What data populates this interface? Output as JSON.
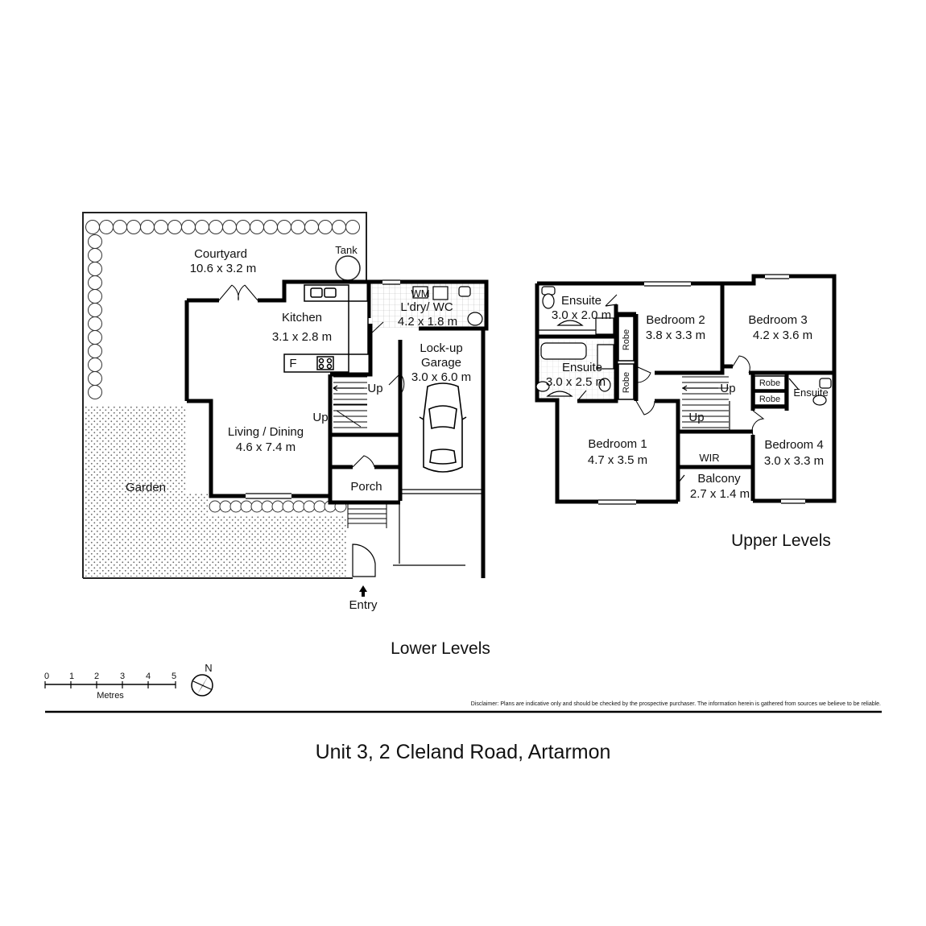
{
  "plan": {
    "address": "Unit 3, 2 Cleland Road, Artarmon",
    "disclaimer": "Disclaimer: Plans are indicative only and should be checked by the prospective purchaser. The information herein is gathered from sources we believe to be reliable.",
    "lower": {
      "heading": "Lower Levels",
      "courtyard": {
        "name": "Courtyard",
        "dims": "10.6 x 3.2 m"
      },
      "tank": "Tank",
      "kitchen": {
        "name": "Kitchen",
        "dims": "3.1 x 2.8 m"
      },
      "fridge": "F",
      "laundry": {
        "wm": "WM",
        "name": "L'dry/ WC",
        "dims": "4.2 x 1.8 m"
      },
      "garage": {
        "name1": "Lock-up",
        "name2": "Garage",
        "dims": "3.0 x 6.0 m"
      },
      "living": {
        "name": "Living / Dining",
        "dims": "4.6 x 7.4 m"
      },
      "garden": "Garden",
      "porch": "Porch",
      "up1": "Up",
      "up2": "Up",
      "entry": "Entry"
    },
    "upper": {
      "heading": "Upper Levels",
      "ensuite1": {
        "name": "Ensuite",
        "dims": "3.0 x 2.0 m"
      },
      "ensuite2": {
        "name": "Ensuite",
        "dims": "3.0 x 2.5 m"
      },
      "ensuite3": {
        "name": "Ensuite"
      },
      "bedroom1": {
        "name": "Bedroom 1",
        "dims": "4.7 x 3.5 m"
      },
      "bedroom2": {
        "name": "Bedroom 2",
        "dims": "3.8 x 3.3 m"
      },
      "bedroom3": {
        "name": "Bedroom 3",
        "dims": "4.2 x 3.6 m"
      },
      "bedroom4": {
        "name": "Bedroom 4",
        "dims": "3.0 x 3.3 m"
      },
      "robe1": "Robe",
      "robe2": "Robe",
      "robe3": "Robe",
      "robe4": "Robe",
      "wir": "WIR",
      "balcony": {
        "name": "Balcony",
        "dims": "2.7 x 1.4 m"
      },
      "up1": "Up",
      "up2": "Up"
    },
    "scale": {
      "ticks": [
        "0",
        "1",
        "2",
        "3",
        "4",
        "5"
      ],
      "unit": "Metres",
      "north": "N"
    }
  }
}
